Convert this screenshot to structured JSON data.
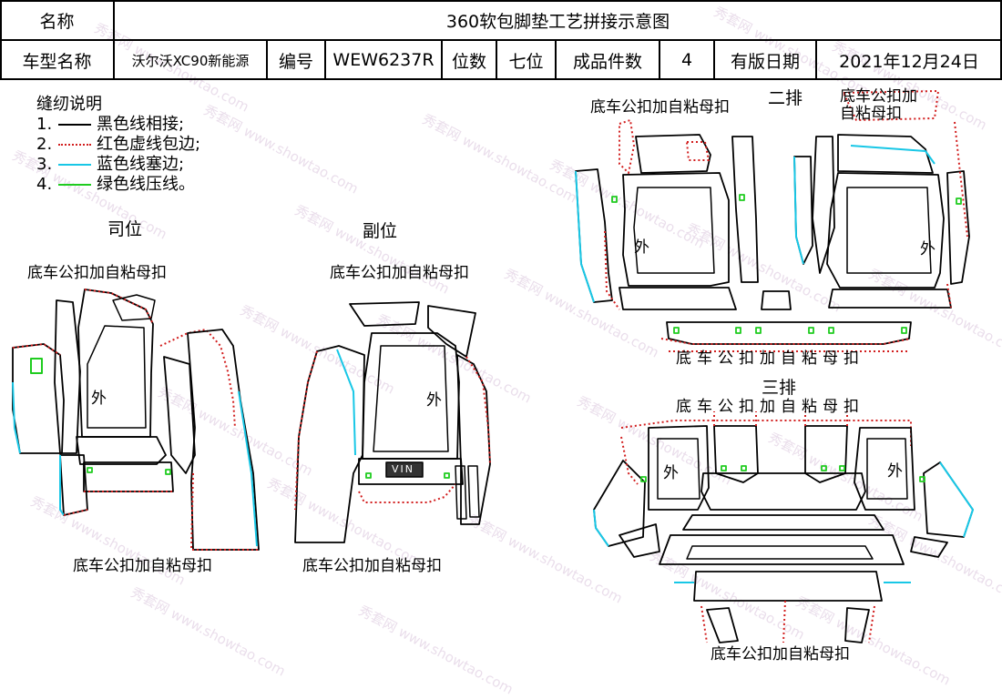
{
  "header": {
    "name_label": "名称",
    "title": "360软包脚垫工艺拼接示意图",
    "model_label": "车型名称",
    "model_value": "沃尔沃XC90新能源",
    "code_label": "编号",
    "code_value": "WEW6237R",
    "seats_label": "位数",
    "seats_value": "七位",
    "pieces_label": "成品件数",
    "pieces_value": "4",
    "date_label": "有版日期",
    "date_value": "2021年12月24日"
  },
  "legend": {
    "title": "缝纫说明",
    "items": [
      {
        "num": "1.",
        "text": "黑色线相接;",
        "color": "#000000",
        "style": "solid"
      },
      {
        "num": "2.",
        "text": "红色虚线包边;",
        "color": "#d21e1e",
        "style": "dotted"
      },
      {
        "num": "3.",
        "text": "蓝色线塞边;",
        "color": "#18c7e6",
        "style": "solid"
      },
      {
        "num": "4.",
        "text": "绿色线压线。",
        "color": "#1fcc1f",
        "style": "solid"
      }
    ]
  },
  "sections": {
    "driver": "司位",
    "passenger": "副位",
    "row2": "二排",
    "row3": "三排"
  },
  "labels": {
    "snap": "底车公扣加自粘母扣",
    "snap_split_a": "底车公扣加",
    "snap_split_b": "自粘母扣",
    "outer": "外",
    "vin": "VIN"
  },
  "watermark": {
    "cn": "秀套网",
    "url": "www.showtao.com"
  },
  "colors": {
    "line": "#000000",
    "hem": "#d21e1e",
    "tuck": "#18c7e6",
    "press": "#1fcc1f",
    "watermark": "#d9c4dc"
  }
}
